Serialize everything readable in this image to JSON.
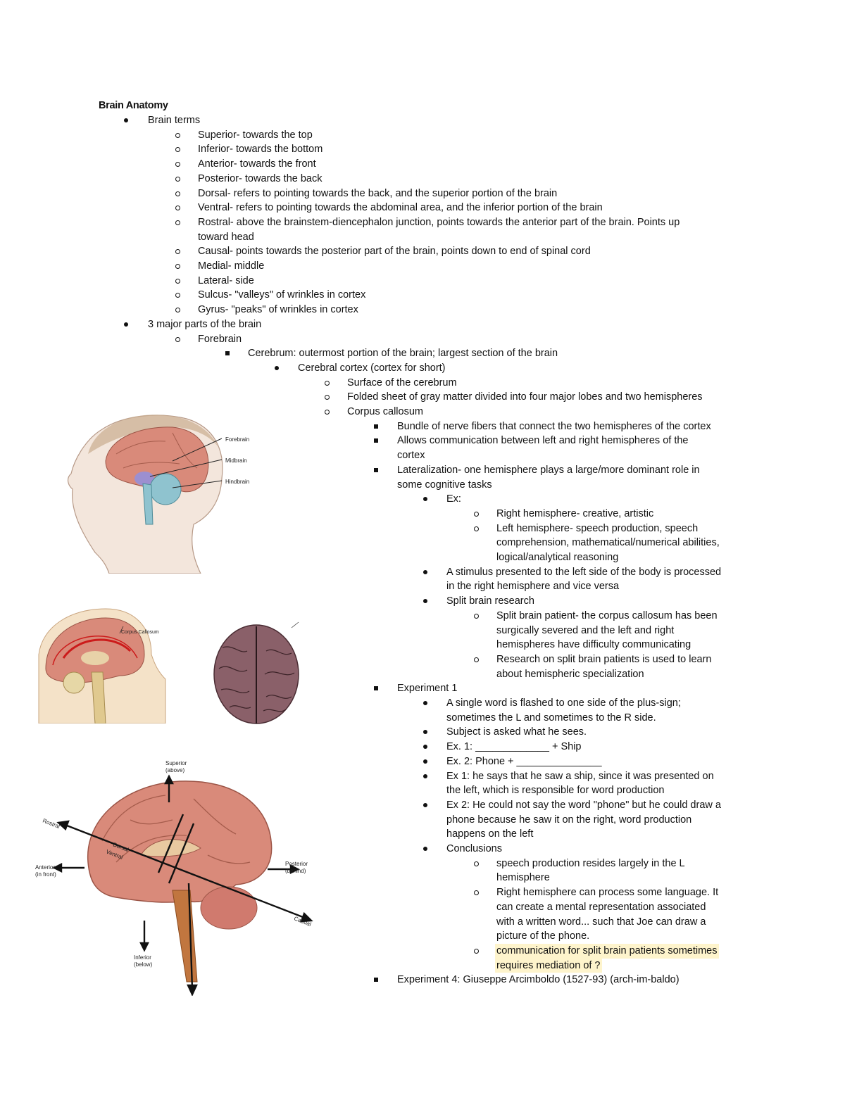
{
  "title": "Brain Anatomy",
  "lines": [
    {
      "t": "Brain terms",
      "lv": 1
    },
    {
      "t": "Superior- towards the top",
      "lv": 2
    },
    {
      "t": "Inferior- towards the bottom",
      "lv": 2
    },
    {
      "t": "Anterior- towards the front",
      "lv": 2
    },
    {
      "t": "Posterior- towards the back",
      "lv": 2
    },
    {
      "t": "Dorsal- refers to pointing towards the back, and the superior portion of the brain",
      "lv": 2
    },
    {
      "t": "Ventral- refers to pointing towards the abdominal area, and the  inferior portion of the brain",
      "lv": 2
    },
    {
      "t": "Rostral- above the brainstem-diencephalon junction, points towards the anterior part of the brain. Points up",
      "lv": 2
    },
    {
      "t": "toward head",
      "lv": 2,
      "cont": true
    },
    {
      "t": "Causal- points towards the posterior part of the brain, points down to end of spinal cord",
      "lv": 2
    },
    {
      "t": "Medial- middle",
      "lv": 2
    },
    {
      "t": "Lateral- side",
      "lv": 2
    },
    {
      "t": "Sulcus- \"valleys\" of wrinkles in cortex",
      "lv": 2
    },
    {
      "t": "Gyrus- \"peaks\" of wrinkles in cortex",
      "lv": 2
    },
    {
      "t": "3 major parts of the brain",
      "lv": 1
    },
    {
      "t": "Forebrain",
      "lv": 2
    },
    {
      "t": "Cerebrum: outermost portion of the brain; largest section of the brain",
      "lv": 3
    },
    {
      "t": "Cerebral cortex (cortex for short)",
      "lv": 4
    },
    {
      "t": "Surface of the cerebrum",
      "lv": 5
    },
    {
      "t": "Folded sheet of gray matter divided into four major lobes and two hemispheres",
      "lv": 5
    },
    {
      "t": "Corpus callosum",
      "lv": 5
    },
    {
      "t": "Bundle of nerve fibers that connect the two hemispheres of the cortex",
      "lv": 6
    },
    {
      "t": "Allows communication between left and right hemispheres of the",
      "lv": 6
    },
    {
      "t": "cortex",
      "lv": 6,
      "cont": true
    },
    {
      "t": "Lateralization- one hemisphere plays a large/more dominant role in",
      "lv": 6
    },
    {
      "t": "some cognitive tasks",
      "lv": 6,
      "cont": true
    },
    {
      "t": "Ex:",
      "lv": 7
    },
    {
      "t": "Right hemisphere- creative, artistic",
      "lv": 8
    },
    {
      "t": "Left hemisphere- speech production, speech",
      "lv": 8
    },
    {
      "t": "comprehension, mathematical/numerical abilities,",
      "lv": 8,
      "cont": true
    },
    {
      "t": "logical/analytical reasoning",
      "lv": 8,
      "cont": true
    },
    {
      "t": "A stimulus presented to the left side of the body is processed",
      "lv": 7
    },
    {
      "t": "in the right hemisphere and vice versa",
      "lv": 7,
      "cont": true
    },
    {
      "t": "Split brain research",
      "lv": 7
    },
    {
      "t": "Split brain patient- the corpus callosum has been",
      "lv": 8
    },
    {
      "t": "surgically severed and the left and right",
      "lv": 8,
      "cont": true
    },
    {
      "t": "hemispheres have difficulty communicating",
      "lv": 8,
      "cont": true
    },
    {
      "t": "Research on split brain patients is used to learn",
      "lv": 8
    },
    {
      "t": "about hemispheric specialization",
      "lv": 8,
      "cont": true
    },
    {
      "t": "Experiment 1",
      "lv": 6
    },
    {
      "t": "A single word is flashed to one side of the plus-sign;",
      "lv": 7
    },
    {
      "t": "sometimes the L and sometimes to the R side.",
      "lv": 7,
      "cont": true
    },
    {
      "t": "Subject is asked what he sees.",
      "lv": 7
    },
    {
      "t": "Ex. 1:      _____________  +   Ship",
      "lv": 7
    },
    {
      "t": "Ex. 2:      Phone   +   _______________",
      "lv": 7
    },
    {
      "t": "Ex 1: he says that he saw a ship, since it was presented on",
      "lv": 7
    },
    {
      "t": "the left, which is responsible for word production",
      "lv": 7,
      "cont": true
    },
    {
      "t": "Ex 2: He could not say the word \"phone\" but he could draw a",
      "lv": 7
    },
    {
      "t": "phone because he saw it on the right, word production",
      "lv": 7,
      "cont": true
    },
    {
      "t": "happens on the left",
      "lv": 7,
      "cont": true
    },
    {
      "t": "Conclusions",
      "lv": 7
    },
    {
      "t": "speech production resides largely in the L",
      "lv": 8
    },
    {
      "t": "hemisphere",
      "lv": 8,
      "cont": true
    },
    {
      "t": "Right hemisphere can process some language. It",
      "lv": 8
    },
    {
      "t": "can create a mental representation associated",
      "lv": 8,
      "cont": true
    },
    {
      "t": "with a written word... such that Joe can draw a",
      "lv": 8,
      "cont": true
    },
    {
      "t": "picture of the phone.",
      "lv": 8,
      "cont": true
    },
    {
      "t": "communication for split brain patients sometimes",
      "lv": 8,
      "hl": true
    },
    {
      "t": "requires mediation of ?",
      "lv": 8,
      "cont": true,
      "hl": true
    },
    {
      "t": "Experiment 4:  Giuseppe Arcimboldo (1527-93) (arch-im-baldo)",
      "lv": 6
    }
  ],
  "figures": {
    "head_labels": [
      "Forebrain",
      "Midbrain",
      "Hindbrain"
    ],
    "corpus_label": "Corpus Callosum",
    "directions": {
      "superior": "Superior",
      "superior_sub": "(above)",
      "inferior": "Inferior",
      "inferior_sub": "(below)",
      "anterior": "Anterior",
      "anterior_sub": "(in front)",
      "posterior": "Posterior",
      "posterior_sub": "(behind)",
      "rostral": "Rostral",
      "caudal": "Caudal",
      "dorsal": "Dorsal",
      "ventral": "Ventral"
    }
  },
  "colors": {
    "highlight": "#fef4cc",
    "brain": "#d98a7a",
    "cerebellum": "#8fc3cf",
    "midbrain": "#9c8fd0"
  }
}
